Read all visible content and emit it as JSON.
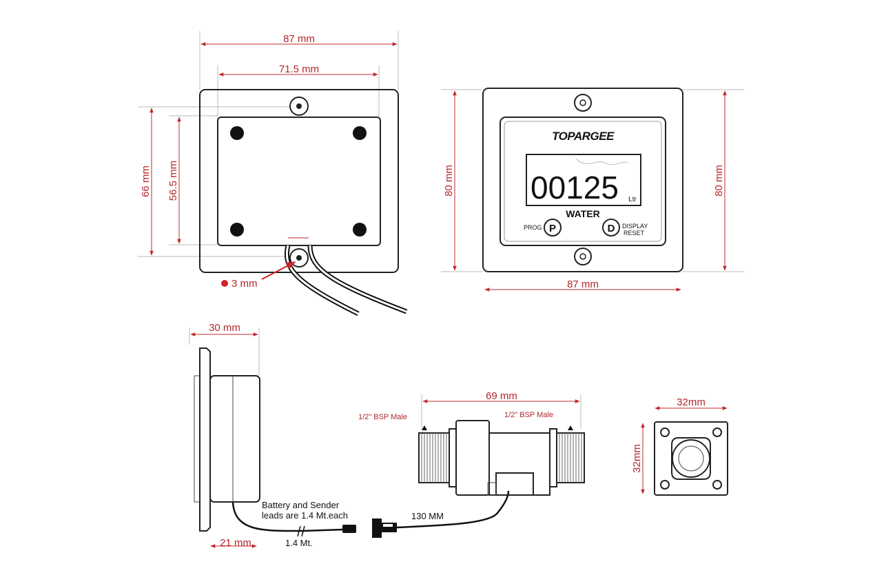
{
  "colors": {
    "dimension": "#b3262a",
    "outline": "#222222",
    "background": "#ffffff"
  },
  "back_view": {
    "width_outer": "87 mm",
    "width_holes": "71.5 mm",
    "height_outer": "66 mm",
    "height_inner": "56.5 mm",
    "hole_label": "3 mm"
  },
  "front_view": {
    "brand": "TOPARGEE",
    "reading": "00125",
    "unit": "Ltr",
    "fluid": "WATER",
    "prog_label": "PROG",
    "prog_key": "P",
    "display_key": "D",
    "display_label_1": "DISPLAY",
    "display_label_2": "RESET",
    "height_left": "80 mm",
    "height_right": "80 mm",
    "width": "87 mm"
  },
  "side_view": {
    "depth_total": "30 mm",
    "depth_body": "21 mm",
    "lead_note_1": "Battery and Sender",
    "lead_note_2": "leads are 1.4 Mt.each",
    "lead_length": "1.4 Mt.",
    "sender_lead": "130 MM"
  },
  "sensor": {
    "length": "69 mm",
    "thread_left": "1/2\" BSP Male",
    "thread_right": "1/2\" BSP Male"
  },
  "end_view": {
    "width": "32mm",
    "height": "32mm"
  }
}
